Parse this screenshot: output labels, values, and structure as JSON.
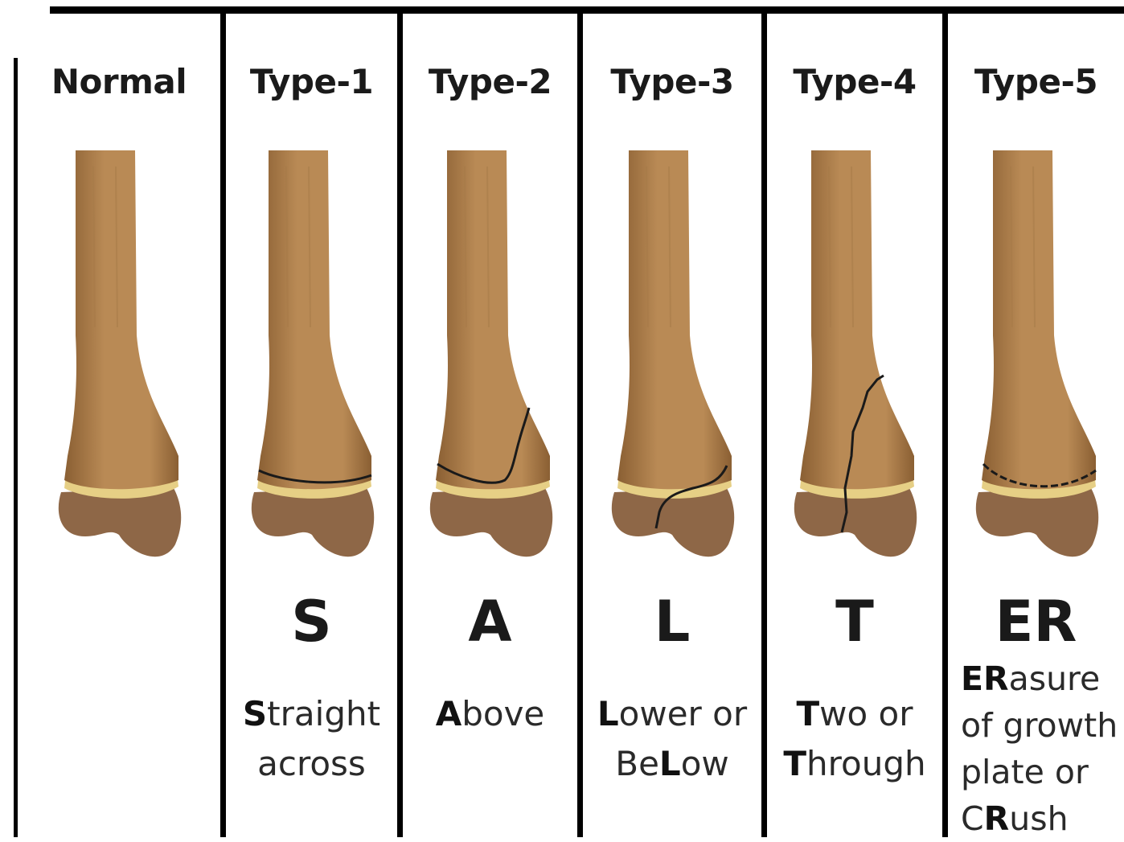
{
  "panels": [
    {
      "id": "normal",
      "title": "Normal",
      "letter": "",
      "desc": [],
      "fracture": "none"
    },
    {
      "id": "type1",
      "title": "Type-1",
      "letter": "S",
      "desc": [
        [
          {
            "b": "S"
          },
          {
            "t": "traight"
          }
        ],
        [
          {
            "t": "across"
          }
        ]
      ],
      "fracture": "straight-across"
    },
    {
      "id": "type2",
      "title": "Type-2",
      "letter": "A",
      "desc": [
        [
          {
            "b": "A"
          },
          {
            "t": "bove"
          }
        ]
      ],
      "fracture": "above"
    },
    {
      "id": "type3",
      "title": "Type-3",
      "letter": "L",
      "desc": [
        [
          {
            "b": "L"
          },
          {
            "t": "ower or"
          }
        ],
        [
          {
            "t": "Be"
          },
          {
            "b": "L"
          },
          {
            "t": "ow"
          }
        ]
      ],
      "fracture": "below"
    },
    {
      "id": "type4",
      "title": "Type-4",
      "letter": "T",
      "desc": [
        [
          {
            "b": "T"
          },
          {
            "t": "wo or"
          }
        ],
        [
          {
            "b": "T"
          },
          {
            "t": "hrough"
          }
        ]
      ],
      "fracture": "through"
    },
    {
      "id": "type5",
      "title": "Type-5",
      "letter": "ER",
      "desc": [
        [
          {
            "b": "ER"
          },
          {
            "t": "asure"
          }
        ],
        [
          {
            "t": "of growth"
          }
        ],
        [
          {
            "t": "plate or"
          }
        ],
        [
          {
            "t": "C"
          },
          {
            "b": "R"
          },
          {
            "t": "ush"
          }
        ]
      ],
      "fracture": "crush"
    }
  ],
  "colors": {
    "divider": "#000000",
    "bone_shaft": "#b98a55",
    "bone_shadow": "#8a5f33",
    "bone_head": "#8e6747",
    "growth_plate": "#e6cf85",
    "fracture_line": "#1a1a1a"
  }
}
